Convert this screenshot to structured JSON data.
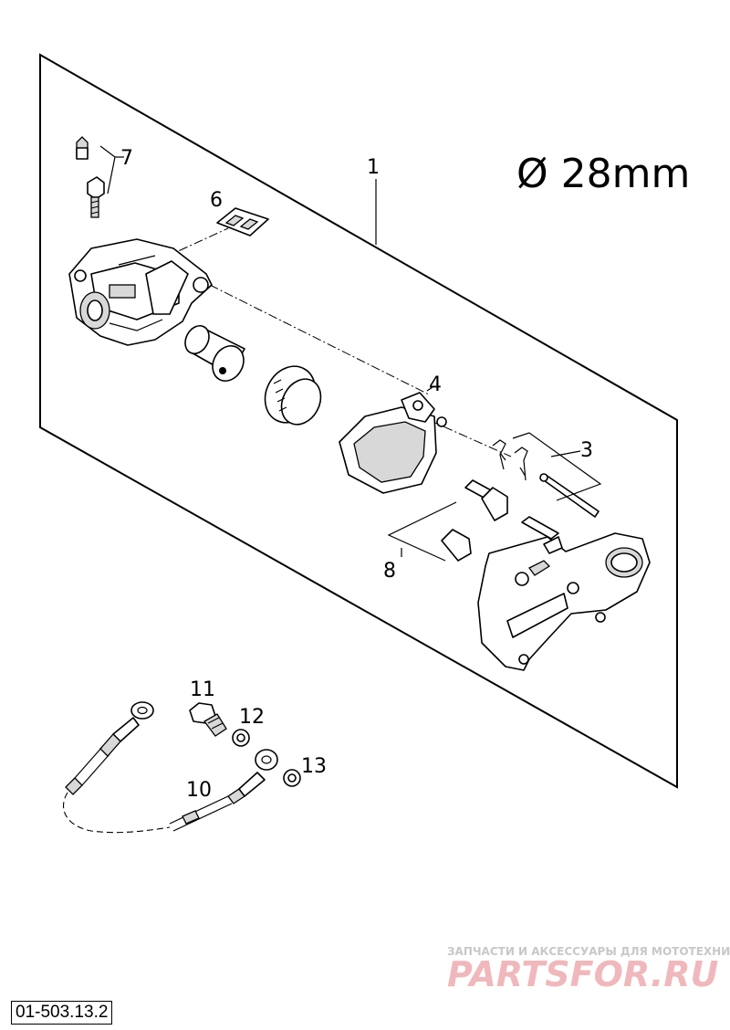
{
  "diagram": {
    "diameter_label": "Ø 28mm",
    "callouts": {
      "c1": "1",
      "c3": "3",
      "c4": "4",
      "c6": "6",
      "c7": "7",
      "c8": "8",
      "c10": "10",
      "c11": "11",
      "c12": "12",
      "c13": "13"
    }
  },
  "watermark": {
    "subtitle": "ЗАПЧАСТИ И АКСЕССУАРЫ ДЛЯ МОТОТЕХНИКИ",
    "brand": "PARTSFOR.RU"
  },
  "reference_code": "01-503.13.2"
}
